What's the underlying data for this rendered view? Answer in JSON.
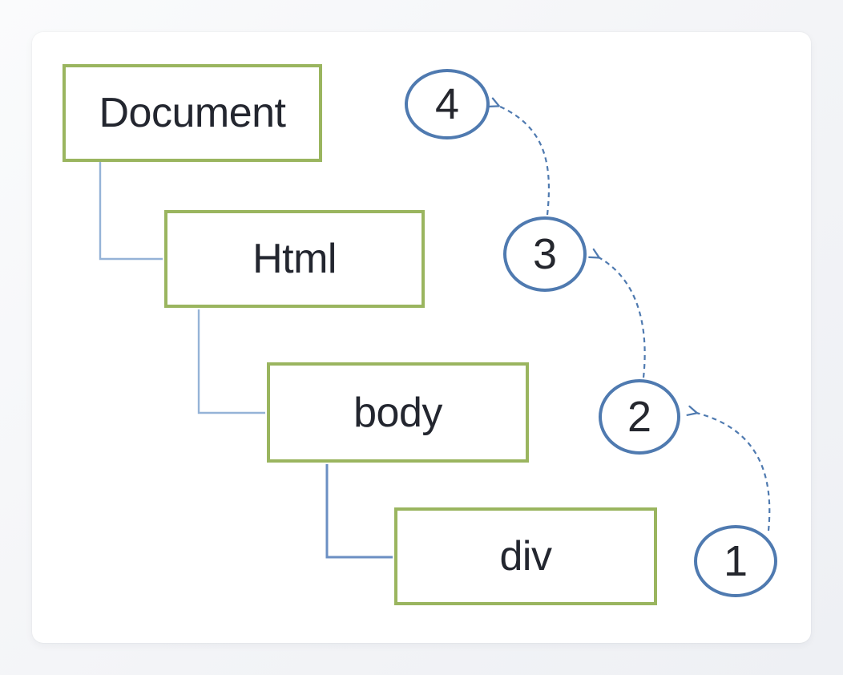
{
  "diagram": {
    "nodes": [
      {
        "id": "document",
        "label": "Document"
      },
      {
        "id": "html",
        "label": "Html"
      },
      {
        "id": "body",
        "label": "body"
      },
      {
        "id": "div",
        "label": "div"
      }
    ],
    "steps": [
      {
        "id": "step-4",
        "label": "4"
      },
      {
        "id": "step-3",
        "label": "3"
      },
      {
        "id": "step-2",
        "label": "2"
      },
      {
        "id": "step-1",
        "label": "1"
      }
    ],
    "tree_edges": [
      {
        "from": "Document",
        "to": "Html"
      },
      {
        "from": "Html",
        "to": "body"
      },
      {
        "from": "body",
        "to": "div"
      }
    ],
    "arrow_sequence": [
      "1",
      "2",
      "3",
      "4"
    ],
    "colors": {
      "node_border": "#9ab55f",
      "badge_border": "#4f7ab0",
      "arrow": "#4f7ab0",
      "connector": "#95b3d7",
      "connector_dark": "#6b8fc3",
      "text": "#23262f",
      "card_background": "#ffffff",
      "page_background": "#f3f4f7"
    }
  }
}
